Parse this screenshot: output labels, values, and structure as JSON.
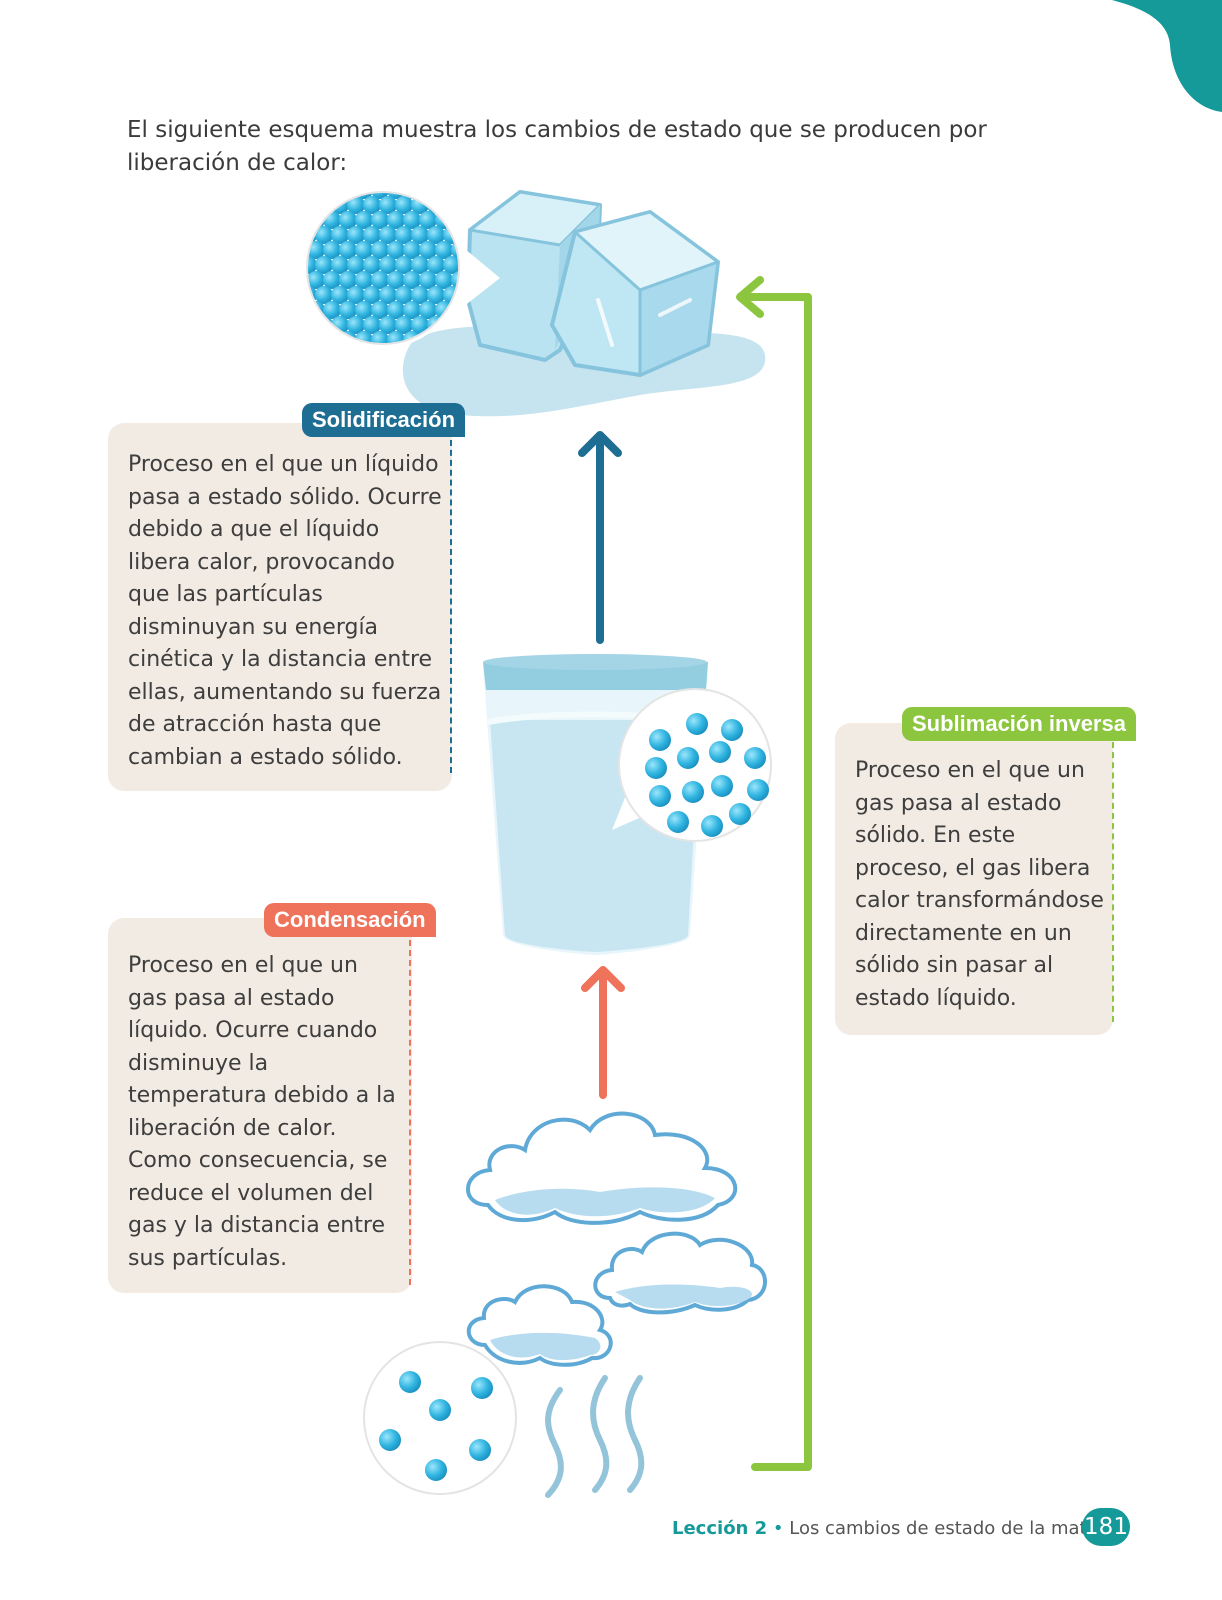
{
  "intro": "El siguiente esquema muestra los cambios de estado que se producen por liberación de calor:",
  "solidificacion": {
    "tag": "Solidificación",
    "text": "Proceso en el que un líquido pasa a estado sólido. Ocurre debido a que el líquido libera calor, provocando que las partículas disminuyan su energía cinética y la distancia entre ellas, aumentando su fuerza de atracción hasta que cambian a estado sólido."
  },
  "condensacion": {
    "tag": "Condensación",
    "text": "Proceso en el que un gas pasa al estado líquido. Ocurre cuando disminuye la temperatura debido a la liberación de calor. Como consecuencia, se reduce el volumen del gas y la distancia entre sus partículas."
  },
  "sublimacion": {
    "tag": "Sublimación inversa",
    "text": "Proceso en el que un gas pasa al estado sólido. En este proceso, el gas libera calor transformándose directamente en un sólido sin pasar al estado líquido."
  },
  "footer": {
    "lesson": "Lección 2",
    "separator": " • ",
    "title": "Los cambios de estado de la materia",
    "page": "181"
  },
  "colors": {
    "solidificacion": "#1e6e94",
    "condensacion": "#ef735a",
    "sublimacion": "#8cc63f",
    "accent": "#159a99",
    "box": "#f2ebe3"
  }
}
